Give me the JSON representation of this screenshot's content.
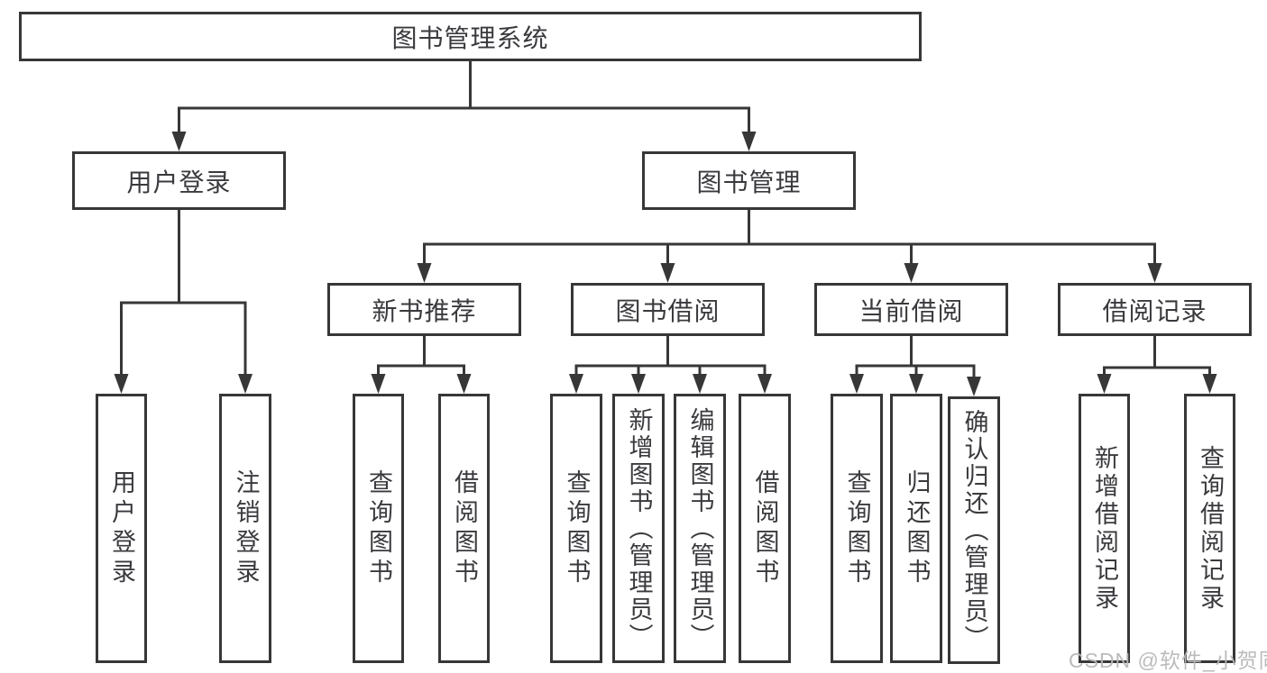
{
  "diagram": {
    "watermark": "CSDN @软件_小贺同学",
    "colors": {
      "background": "#ffffff",
      "line": "#373737",
      "text": "#3a3a3e",
      "watermark": "#b7b7b7"
    },
    "nodes": {
      "root": {
        "label": "图书管理系统"
      },
      "user_login_group": {
        "label": "用户登录"
      },
      "book_management": {
        "label": "图书管理"
      },
      "new_book_recommend": {
        "label": "新书推荐"
      },
      "book_borrow": {
        "label": "图书借阅"
      },
      "current_borrow": {
        "label": "当前借阅"
      },
      "borrow_records": {
        "label": "借阅记录"
      },
      "leaf_user_login": {
        "label": "用户登录"
      },
      "leaf_logout": {
        "label": "注销登录"
      },
      "leaf_query_book_recommend": {
        "label": "查询图书"
      },
      "leaf_borrow_book_recommend": {
        "label": "借阅图书"
      },
      "leaf_query_book_borrow": {
        "label": "查询图书"
      },
      "leaf_add_book_admin": {
        "label": "新增图书（管理员）"
      },
      "leaf_edit_book_admin": {
        "label": "编辑图书（管理员）"
      },
      "leaf_borrow_book_borrow": {
        "label": "借阅图书"
      },
      "leaf_query_book_current": {
        "label": "查询图书"
      },
      "leaf_return_book": {
        "label": "归还图书"
      },
      "leaf_confirm_return_admin": {
        "label": "确认归还（管理员）"
      },
      "leaf_add_borrow_record": {
        "label": "新增借阅记录"
      },
      "leaf_query_borrow_record": {
        "label": "查询借阅记录"
      }
    }
  }
}
